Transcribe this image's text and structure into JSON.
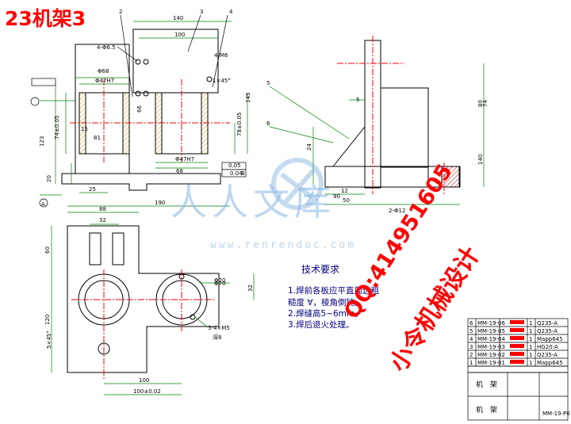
{
  "title": "23机架3",
  "watermark": {
    "chinese": "人人文库",
    "url": "www.renrendoc.com"
  },
  "tech_requirements": {
    "heading": "技术要求",
    "lines": [
      "1.焊前各板应平直周边粗",
      "糙度 ∀，棱角倒钝。",
      "2.焊缝高5~6mm。",
      "3.焊后退火处理。"
    ]
  },
  "contact": {
    "qq": "QQ:414951605",
    "name": "小令机械设计"
  },
  "title_block": {
    "part_name_top": "机　架",
    "part_name_bottom": "机　架",
    "drawing_no": "MM-19-P0",
    "bom_rows": [
      {
        "no": "6",
        "code": "MM-19-06",
        "qty": "1",
        "material": "Q235-A"
      },
      {
        "no": "5",
        "code": "MM-19-05",
        "qty": "1",
        "material": "Q235-A"
      },
      {
        "no": "4",
        "code": "MM-19-04",
        "qty": "1",
        "material": "Mapp645"
      },
      {
        "no": "3",
        "code": "MM-19-03",
        "qty": "1",
        "material": "HG20-A"
      },
      {
        "no": "2",
        "code": "MM-19-02",
        "qty": "1",
        "material": "Q235-A"
      },
      {
        "no": "1",
        "code": "MM-19-01",
        "qty": "1",
        "material": "Mapp645"
      }
    ]
  },
  "dimensions": {
    "front_view": [
      "140",
      "100",
      "4-Φ6.5",
      "4-M6",
      "Φ68",
      "Φ47H7",
      "1×45°",
      "74±0.05",
      "123",
      "20",
      "25",
      "15",
      "145",
      "78±0.05",
      "68",
      "Φ47H7",
      "66",
      "81",
      "0.05",
      "0.04",
      "B",
      "A"
    ],
    "side_view": [
      "5",
      "6",
      "5",
      "80",
      "24",
      "50",
      "12",
      "90",
      "74",
      "140",
      "2-Φ12"
    ],
    "top_view": [
      "88",
      "32",
      "190",
      "60",
      "Φ70",
      "32",
      "Φ70",
      "120",
      "5×45°",
      "3-4×M5",
      "深8",
      "100",
      "100±0.02"
    ],
    "balloons": [
      "2",
      "3",
      "4"
    ]
  }
}
